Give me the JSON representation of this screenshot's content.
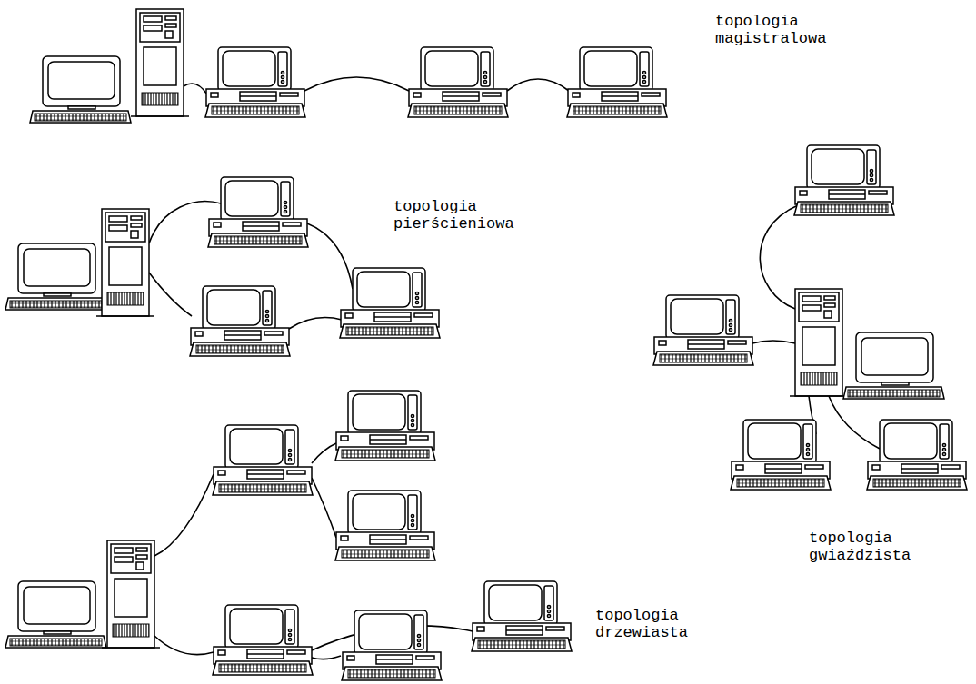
{
  "diagram": {
    "labels": [
      "topologia magistralowa",
      "topologia pierścieniowa",
      "topologia gwiaździsta",
      "topologia drzewiasta"
    ]
  }
}
